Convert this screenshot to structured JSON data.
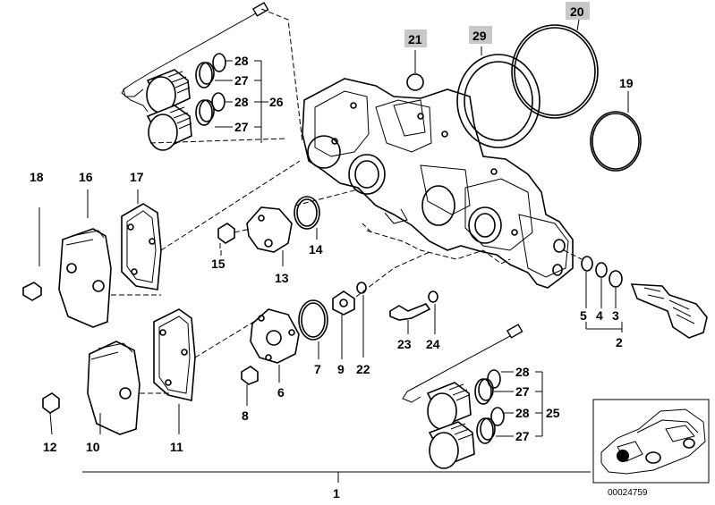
{
  "diagram": {
    "reference_number": "00024759",
    "callouts": [
      {
        "id": "c1",
        "label": "1"
      },
      {
        "id": "c2",
        "label": "2"
      },
      {
        "id": "c3",
        "label": "3"
      },
      {
        "id": "c4",
        "label": "4"
      },
      {
        "id": "c5",
        "label": "5"
      },
      {
        "id": "c6",
        "label": "6"
      },
      {
        "id": "c7",
        "label": "7"
      },
      {
        "id": "c8",
        "label": "8"
      },
      {
        "id": "c9",
        "label": "9"
      },
      {
        "id": "c10",
        "label": "10"
      },
      {
        "id": "c11",
        "label": "11"
      },
      {
        "id": "c12",
        "label": "12"
      },
      {
        "id": "c13",
        "label": "13"
      },
      {
        "id": "c14",
        "label": "14"
      },
      {
        "id": "c15",
        "label": "15"
      },
      {
        "id": "c16",
        "label": "16"
      },
      {
        "id": "c17",
        "label": "17"
      },
      {
        "id": "c18",
        "label": "18"
      },
      {
        "id": "c19",
        "label": "19"
      },
      {
        "id": "c20",
        "label": "20",
        "highlighted": true
      },
      {
        "id": "c21",
        "label": "21",
        "highlighted": true
      },
      {
        "id": "c22",
        "label": "22"
      },
      {
        "id": "c23",
        "label": "23"
      },
      {
        "id": "c24",
        "label": "24"
      },
      {
        "id": "c25",
        "label": "25"
      },
      {
        "id": "c26",
        "label": "26"
      },
      {
        "id": "c27a",
        "label": "27"
      },
      {
        "id": "c27b",
        "label": "27"
      },
      {
        "id": "c27c",
        "label": "27"
      },
      {
        "id": "c27d",
        "label": "27"
      },
      {
        "id": "c28a",
        "label": "28"
      },
      {
        "id": "c28b",
        "label": "28"
      },
      {
        "id": "c28c",
        "label": "28"
      },
      {
        "id": "c28d",
        "label": "28"
      },
      {
        "id": "c29",
        "label": "29",
        "highlighted": true
      }
    ],
    "colors": {
      "ink": "#000000",
      "highlight": "#c8c8c8",
      "background": "#ffffff"
    }
  }
}
